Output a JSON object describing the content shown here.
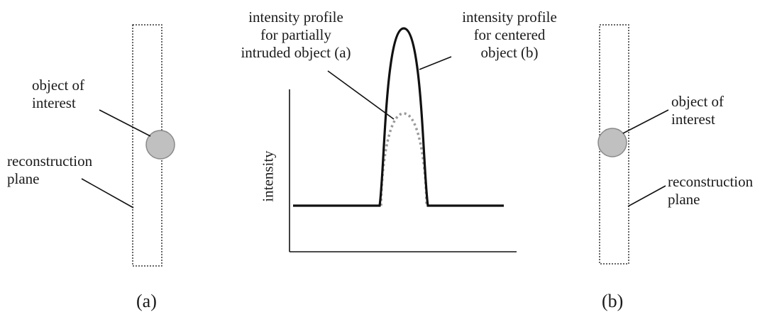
{
  "panel_a": {
    "object_label": [
      "object of",
      "interest"
    ],
    "plane_label": [
      "reconstruction",
      "plane"
    ],
    "caption": "(a)"
  },
  "panel_b": {
    "object_label": [
      "object of",
      "interest"
    ],
    "plane_label": [
      "reconstruction",
      "plane"
    ],
    "caption": "(b)"
  },
  "graph": {
    "ylabel": "intensity",
    "label_partial": [
      "intensity profile",
      "for partially",
      "intruded object (a)"
    ],
    "label_centered": [
      "intensity profile",
      "for centered",
      "object (b)"
    ]
  },
  "colors": {
    "object_fill": "#c0c0c0",
    "object_stroke": "#8a8a8a",
    "profile_centered": "#111111",
    "profile_partial": "#9a9a9a",
    "lines": "#111111"
  }
}
